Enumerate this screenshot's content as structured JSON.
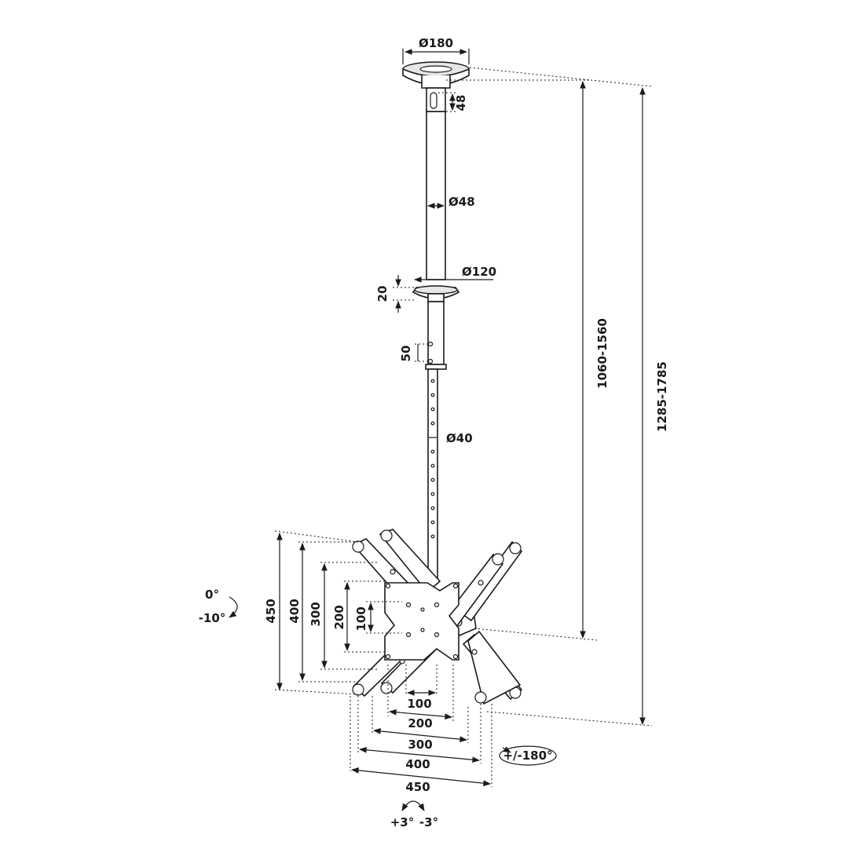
{
  "dimensions": {
    "ceiling_plate": "Ø180",
    "slot_depth": "48",
    "pole_diameter": "Ø48",
    "cover_diameter": "Ø120",
    "cover_height": "20",
    "hole_pitch": "50",
    "inner_pole_diameter": "Ø40",
    "height_range": "1060-1560",
    "total_height_range": "1285-1785",
    "vesa_h": [
      "100",
      "200",
      "300",
      "400",
      "450"
    ],
    "vesa_v": [
      "100",
      "200",
      "300",
      "400",
      "450"
    ]
  },
  "motion": {
    "tilt_up": "0°",
    "tilt_down": "-10°",
    "swivel": "+/-180°",
    "level_plus": "+3°",
    "level_minus": "-3°"
  }
}
